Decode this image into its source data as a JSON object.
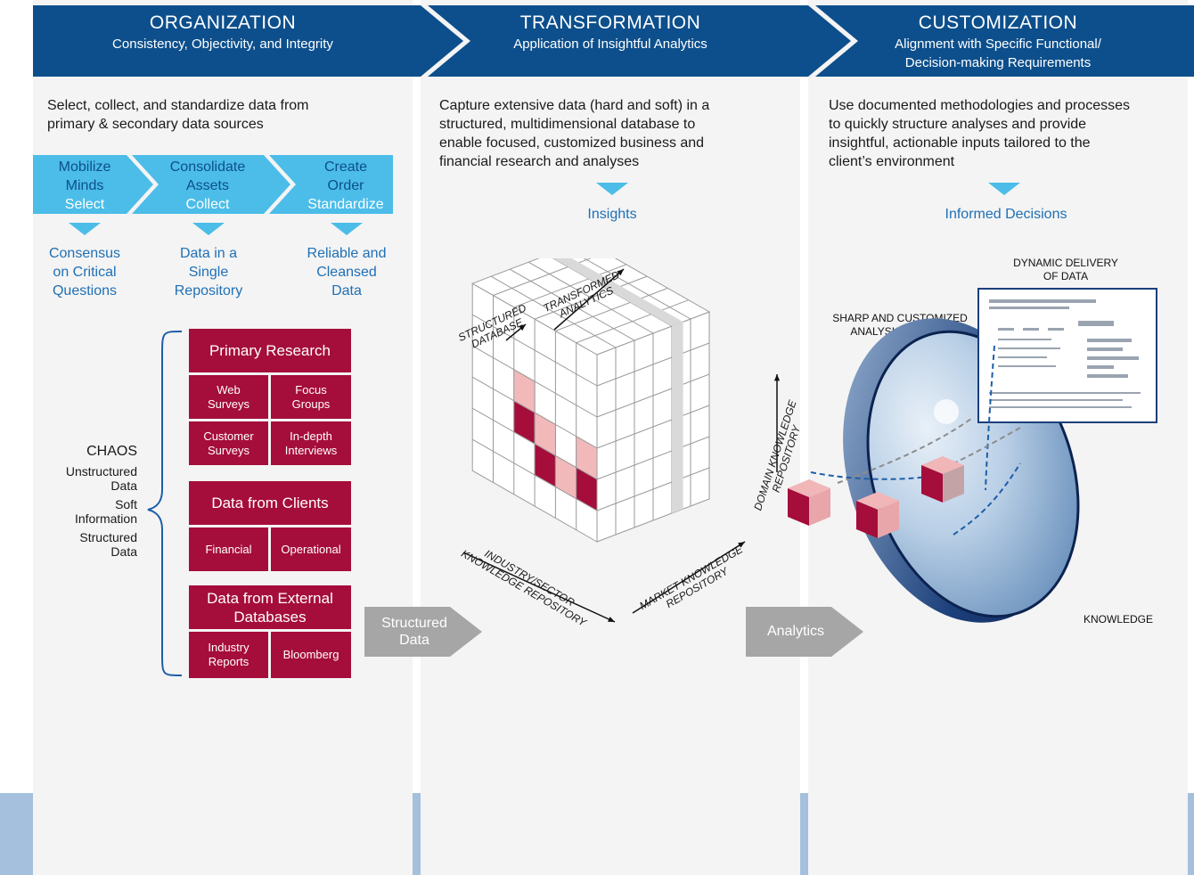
{
  "header": {
    "col1": {
      "title": "ORGANIZATION",
      "subtitle": "Consistency, Objectivity, and Integrity"
    },
    "col2": {
      "title": "TRANSFORMATION",
      "subtitle": "Application of Insightful Analytics"
    },
    "col3": {
      "title": "CUSTOMIZATION",
      "subtitle_line1": "Alignment with Specific Functional/",
      "subtitle_line2": "Decision-making Requirements"
    }
  },
  "col1": {
    "desc_line1": "Select, collect, and standardize data from",
    "desc_line2": "primary & secondary data sources",
    "steps": [
      {
        "l1": "Mobilize",
        "l2": "Minds",
        "l3": "Select"
      },
      {
        "l1": "Consolidate",
        "l2": "Assets",
        "l3": "Collect"
      },
      {
        "l1": "Create",
        "l2": "Order",
        "l3": "Standardize"
      }
    ],
    "results": [
      {
        "l1": "Consensus",
        "l2": "on Critical",
        "l3": "Questions"
      },
      {
        "l1": "Data in a",
        "l2": "Single",
        "l3": "Repository"
      },
      {
        "l1": "Reliable and",
        "l2": "Cleansed",
        "l3": "Data"
      }
    ],
    "chaos": {
      "title": "CHAOS",
      "item1_l1": "Unstructured",
      "item1_l2": "Data",
      "item2_l1": "Soft",
      "item2_l2": "Information",
      "item3_l1": "Structured",
      "item3_l2": "Data"
    },
    "sources": {
      "primary": "Primary Research",
      "web_l1": "Web",
      "web_l2": "Surveys",
      "focus_l1": "Focus",
      "focus_l2": "Groups",
      "customer_l1": "Customer",
      "customer_l2": "Surveys",
      "indepth_l1": "In-depth",
      "indepth_l2": "Interviews",
      "clients": "Data from Clients",
      "financial": "Financial",
      "operational": "Operational",
      "external_l1": "Data from External",
      "external_l2": "Databases",
      "industry_l1": "Industry",
      "industry_l2": "Reports",
      "bloomberg": "Bloomberg"
    },
    "arrow_l1": "Structured",
    "arrow_l2": "Data"
  },
  "col2": {
    "desc_line1": "Capture extensive data (hard and soft) in a",
    "desc_line2": "structured, multidimensional database to",
    "desc_line3": "enable focused, customized business and",
    "desc_line4": "financial research and analyses",
    "insights": "Insights",
    "cube": {
      "structured_l1": "STRUCTURED",
      "structured_l2": "DATABASE",
      "transformed_l1": "TRANSFORMED",
      "transformed_l2": "ANALYTICS",
      "domain_l1": "DOMAIN KNOWLEDGE",
      "domain_l2": "REPOSITORY",
      "industry_l1": "INDUSTRY/SECTOR",
      "industry_l2": "KNOWLEDGE REPOSITORY",
      "market_l1": "MARKET KNOWLEDGE",
      "market_l2": "REPOSITORY"
    },
    "arrow": "Analytics"
  },
  "col3": {
    "desc_line1": "Use documented methodologies and processes",
    "desc_line2": "to quickly structure analyses and provide",
    "desc_line3": "insightful, actionable inputs tailored to the",
    "desc_line4": "client’s environment",
    "informed": "Informed Decisions",
    "dynamic_l1": "DYNAMIC DELIVERY",
    "dynamic_l2": "OF DATA",
    "sharp_l1": "SHARP AND CUSTOMIZED",
    "sharp_l2": "ANALYSIS OF DATA",
    "knowledge": "KNOWLEDGE"
  },
  "colors": {
    "header": "#0d4f8c",
    "crimson": "#a50d3a",
    "cyan": "#0db0e8",
    "gray_arrow": "#a6a6a6"
  }
}
